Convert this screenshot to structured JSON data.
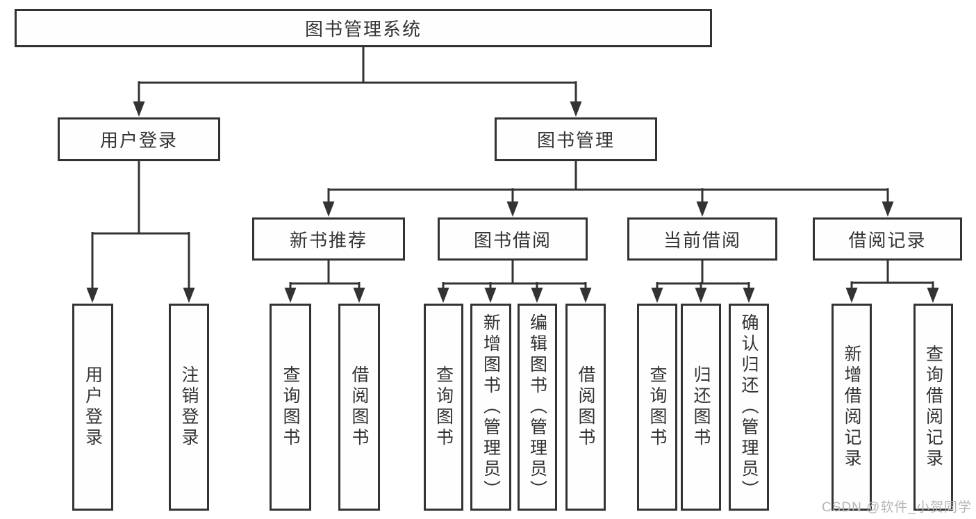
{
  "nodes": {
    "root": "图书管理系统",
    "level2": [
      "用户登录",
      "图书管理"
    ],
    "level3": [
      "新书推荐",
      "图书借阅",
      "当前借阅",
      "借阅记录"
    ],
    "leaves_login": [
      "用户登录",
      "注销登录"
    ],
    "leaves_new_book": [
      "查询图书",
      "借阅图书"
    ],
    "leaves_book_borrow": [
      "查询图书",
      "新增图书（管理员）",
      "编辑图书（管理员）",
      "借阅图书"
    ],
    "leaves_current_borrow": [
      "查询图书",
      "归还图书",
      "确认归还（管理员）"
    ],
    "leaves_borrow_record": [
      "新增借阅记录",
      "查询借阅记录"
    ]
  },
  "watermark": "CSDN @软件_小贺同学",
  "colors": {
    "line": "#333333",
    "box_border": "#333333",
    "text": "#333333",
    "background": "#ffffff",
    "watermark": "#b7b4b4"
  }
}
